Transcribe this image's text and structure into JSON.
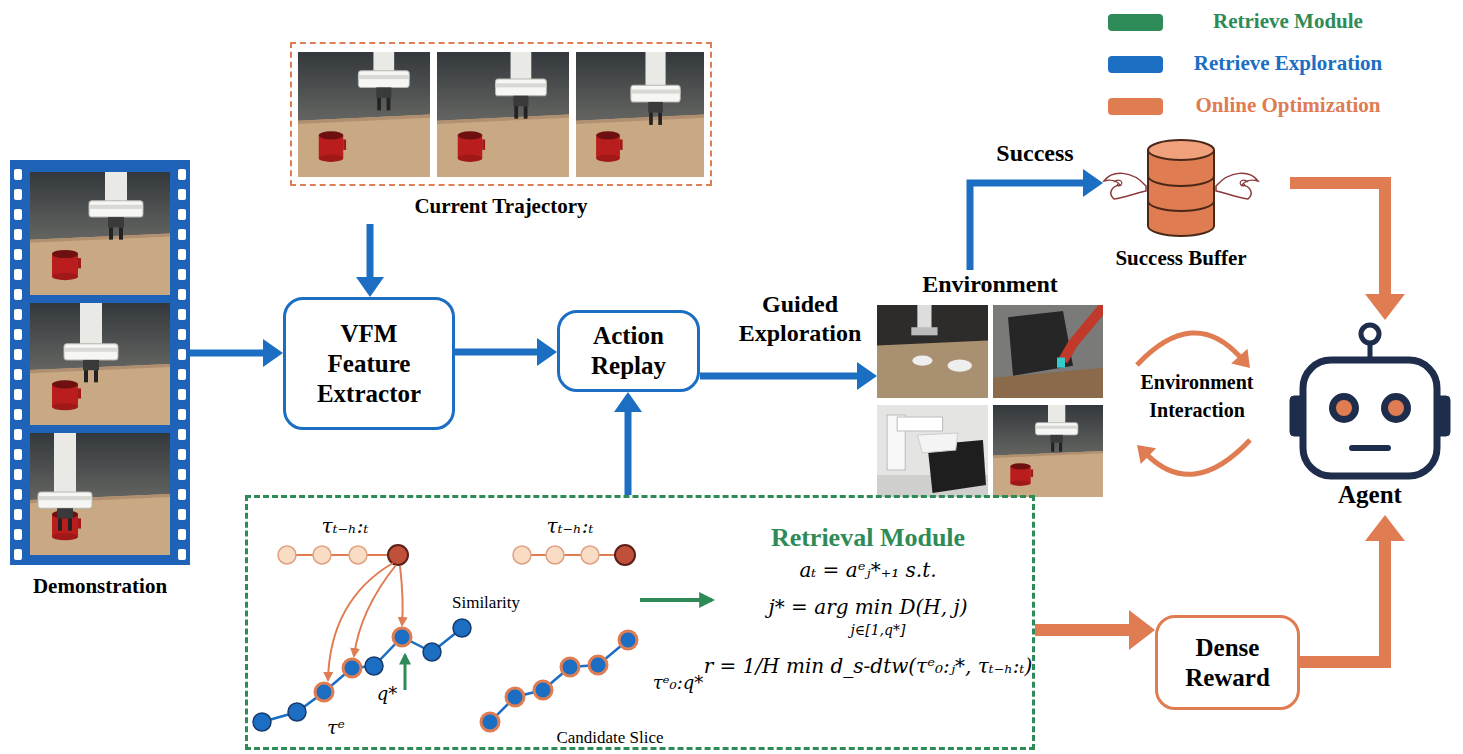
{
  "diagram": {
    "nodes": [
      {
        "text": [
          "Current Trajectory"
        ]
      },
      {
        "text": [
          "Demonstration"
        ]
      },
      {
        "text": [
          "VFM Feature Extractor"
        ]
      },
      {
        "text": [
          "Action Replay"
        ]
      },
      {
        "text": [
          "Environment"
        ]
      },
      {
        "text": [
          "Success Buffer"
        ]
      },
      {
        "text": [
          "Agent"
        ]
      },
      {
        "text": [
          "Retrieval Module",
          "aₜ = aᵉⱼ*₊₁ s.t.",
          "j* = arg min D(H, j)",
          "j∈[1,q*]",
          "r = 1/H min d_s-dtw(τᵉ₀:ⱼ*, τₜ₋ₕ:ₜ)"
        ]
      },
      {
        "text": [
          "Dense Reward"
        ]
      }
    ],
    "edges": [
      {
        "from": 0,
        "to": 2,
        "arrow": "to"
      },
      {
        "from": 1,
        "to": 2,
        "arrow": "to"
      },
      {
        "from": 2,
        "to": 3,
        "arrow": "to"
      },
      {
        "from": 7,
        "to": 3,
        "arrow": "to"
      },
      {
        "from": 3,
        "to": 4,
        "arrow": "to",
        "label": "Guided Exploration"
      },
      {
        "from": 4,
        "to": 5,
        "arrow": "to",
        "label": "Success"
      },
      {
        "from": 5,
        "to": 6,
        "arrow": "to"
      },
      {
        "from": 4,
        "to": 6,
        "arrow": "both",
        "label": "Environment Interaction"
      },
      {
        "from": 7,
        "to": 8,
        "arrow": "to"
      },
      {
        "from": 8,
        "to": 6,
        "arrow": "to"
      }
    ],
    "labels": [
      "τₜ₋ₕ:ₜ",
      "Similarity",
      "τᵉ",
      "q*",
      "τₜ₋ₕ:ₜ",
      "τᵉ₀:q*",
      "Candidate Slice"
    ],
    "legend": [
      {
        "text": "Retrieve Module",
        "color": "#2e8b57"
      },
      {
        "text": "Retrieve Exploration",
        "color": "#1b6ec2"
      },
      {
        "text": "Online Optimization",
        "color": "#e07c52"
      }
    ]
  }
}
